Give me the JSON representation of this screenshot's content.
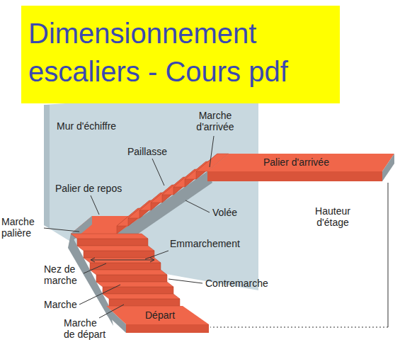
{
  "diagram": {
    "title": "Dimensionnement escaliers - Cours pdf",
    "labels": [
      "Mur d'échiffre",
      "Marche d'arrivée",
      "Paillasse",
      "Palier d'arrivée",
      "Palier de repos",
      "Marche palière",
      "Volée",
      "Emmarchement",
      "Hauteur d'étage",
      "Nez de marche",
      "Contremarche",
      "Marche",
      "Marche de départ",
      "Départ"
    ]
  }
}
